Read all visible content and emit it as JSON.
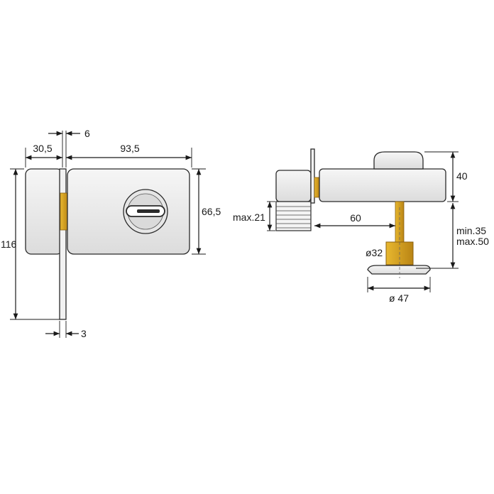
{
  "colors": {
    "body_fill": "#ececec",
    "body_stroke": "#2a2a2a",
    "brass": "#d6a020",
    "brass_dark": "#a87812",
    "line": "#1a1a1a"
  },
  "front_view": {
    "dimensions": {
      "left_width": "30,5",
      "plate_thickness_top": "6",
      "body_width": "93,5",
      "body_height": "66,5",
      "total_height": "116",
      "plate_thickness_bottom": "3"
    },
    "icons": [
      "cylinder-keyhole-icon"
    ]
  },
  "side_view": {
    "dimensions": {
      "knob_height": "40",
      "bolt_max": "max.21",
      "spindle_length": "60",
      "door_thickness": [
        "min.35",
        "max.50"
      ],
      "rosette_diameter": "ø32",
      "knob_diameter": "ø 47"
    }
  }
}
